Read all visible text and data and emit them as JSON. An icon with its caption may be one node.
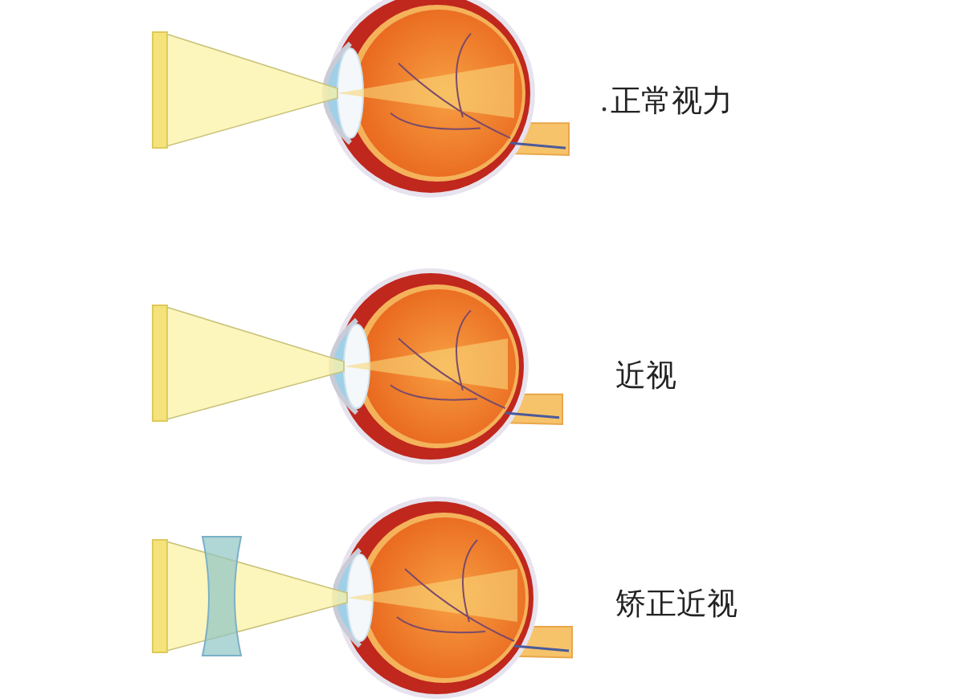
{
  "diagram": {
    "labels": [
      "正常视力",
      "近视",
      "矫正近视"
    ]
  }
}
